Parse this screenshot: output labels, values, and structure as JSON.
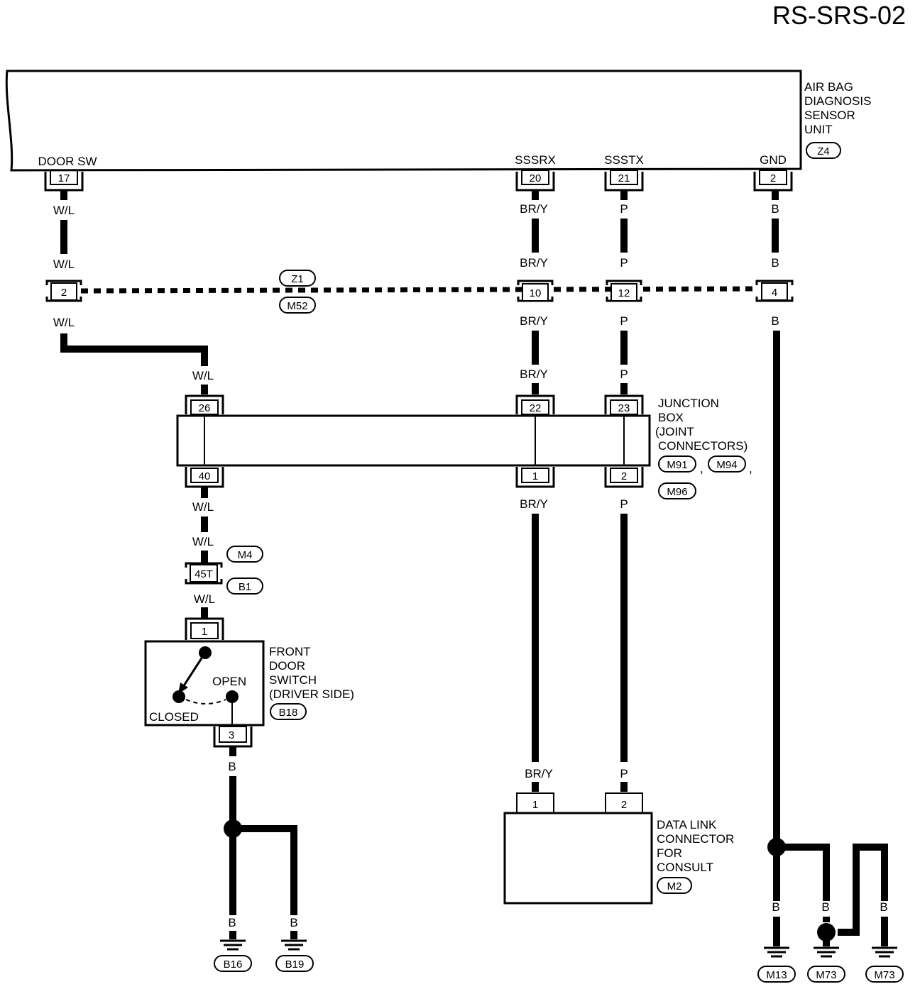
{
  "page_code": "RS-SRS-02",
  "unit": {
    "name": [
      "AIR BAG",
      "DIAGNOSIS",
      "SENSOR",
      "UNIT"
    ],
    "connector": "Z4",
    "terminals": [
      {
        "label": "DOOR SW",
        "pin": "17"
      },
      {
        "label": "SSSRX",
        "pin": "20"
      },
      {
        "label": "SSSTX",
        "pin": "21"
      },
      {
        "label": "GND",
        "pin": "2"
      }
    ]
  },
  "wire_colors": {
    "door": "W/L",
    "rx": "BR/Y",
    "tx": "P",
    "gnd": "B"
  },
  "harness": {
    "top": "Z1",
    "bottom": "M52",
    "pins": [
      "2",
      "10",
      "12",
      "4"
    ]
  },
  "junction_box": {
    "name": [
      "JUNCTION",
      "BOX",
      "(JOINT",
      "CONNECTORS)"
    ],
    "connectors": [
      "M91",
      "M94",
      "M96"
    ],
    "top_pins": [
      "26",
      "22",
      "23"
    ],
    "bottom_pins": [
      "40",
      "1",
      "2"
    ]
  },
  "inline_connector": {
    "pin": "45T",
    "top": "M4",
    "bottom": "B1"
  },
  "door_switch": {
    "name": [
      "FRONT",
      "DOOR",
      "SWITCH",
      "(DRIVER SIDE)"
    ],
    "connector": "B18",
    "pin_top": "1",
    "pin_bottom": "3",
    "state_open": "OPEN",
    "state_closed": "CLOSED"
  },
  "data_link": {
    "name": [
      "DATA LINK",
      "CONNECTOR",
      "FOR",
      "CONSULT"
    ],
    "connector": "M2",
    "pins": [
      "1",
      "2"
    ]
  },
  "grounds": [
    "B16",
    "B19",
    "M13",
    "M73",
    "M73"
  ]
}
